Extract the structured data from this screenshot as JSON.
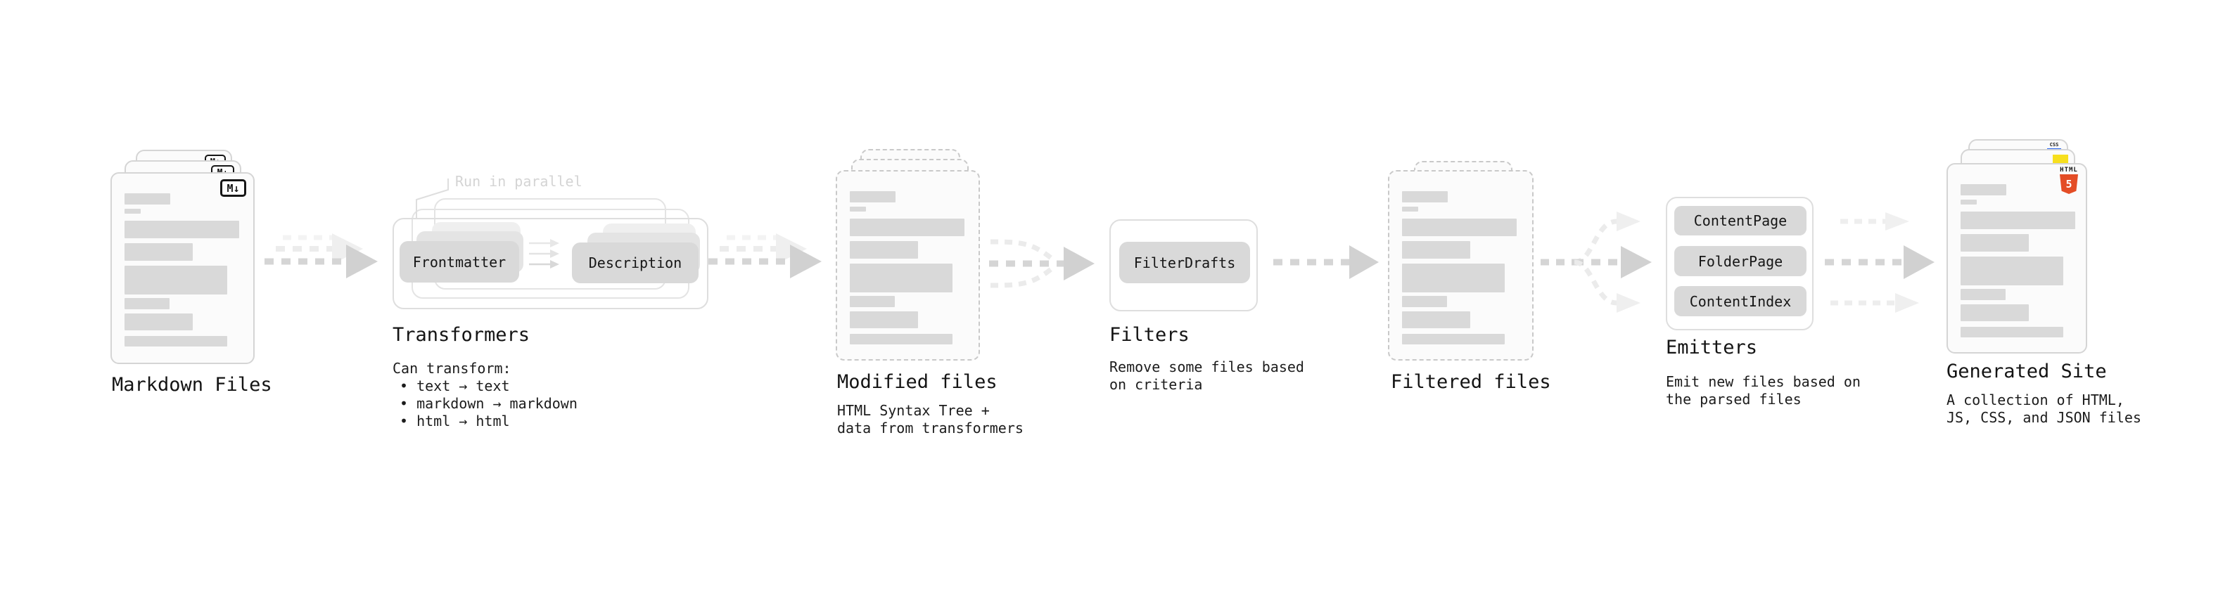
{
  "colors": {
    "arrow_main": "#d1d1d1",
    "arrow_ghost": "#ececec",
    "pill_bg": "#d9d9d9",
    "card_border": "#d5d5d5",
    "dashed_border": "#c9c9c9",
    "placeholder_bar": "#d9d9d9",
    "callout_gray": "#d4d4d4",
    "html5_orange": "#e44d26",
    "js_yellow": "#f7df1e",
    "css_blue": "#2965f1"
  },
  "nodes": {
    "markdown_files": {
      "label": "Markdown Files",
      "badge": "M↓"
    },
    "transformers": {
      "label": "Transformers",
      "callout": "Run in parallel",
      "pills": [
        "Frontmatter",
        "Description"
      ],
      "desc_title": "Can transform:",
      "bullets": [
        "• text → text",
        "• markdown → markdown",
        "• html → html"
      ]
    },
    "modified_files": {
      "label": "Modified files",
      "desc": [
        "HTML Syntax Tree +",
        "data from transformers"
      ]
    },
    "filters": {
      "label": "Filters",
      "pills": [
        "FilterDrafts"
      ],
      "desc": [
        "Remove some files based",
        "on criteria"
      ]
    },
    "filtered_files": {
      "label": "Filtered files"
    },
    "emitters": {
      "label": "Emitters",
      "pills": [
        "ContentPage",
        "FolderPage",
        "ContentIndex"
      ],
      "desc": [
        "Emit new files based on",
        "the parsed files"
      ]
    },
    "generated_site": {
      "label": "Generated Site",
      "desc": [
        "A collection of HTML,",
        "JS, CSS, and JSON files"
      ],
      "html_badge": "HTML",
      "html_number": "5",
      "css_badge": "CSS"
    }
  }
}
